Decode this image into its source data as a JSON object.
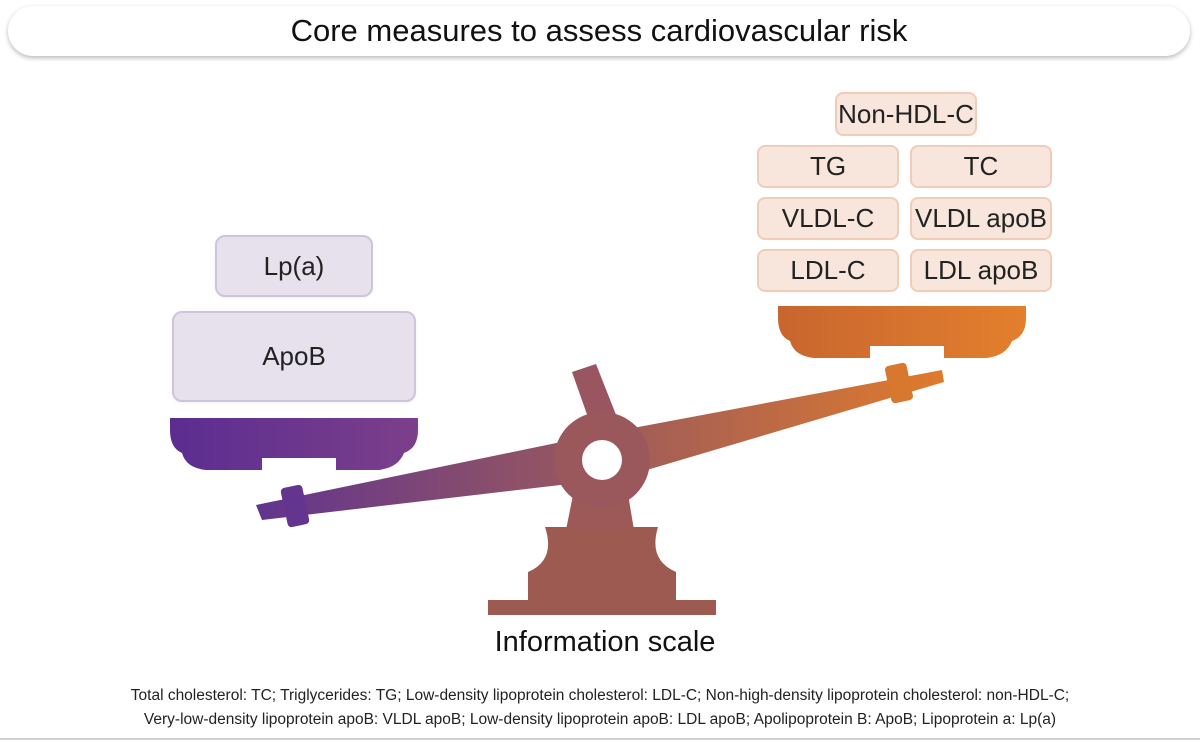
{
  "title": "Core measures to assess cardiovascular risk",
  "left_pan": {
    "items": [
      "Lp(a)",
      "ApoB"
    ]
  },
  "right_pan": {
    "top_item": "Non-HDL-C",
    "grid": [
      [
        "TG",
        "TC"
      ],
      [
        "VLDL-C",
        "VLDL apoB"
      ],
      [
        "LDL-C",
        "LDL apoB"
      ]
    ]
  },
  "scale_label": "Information scale",
  "footnote": {
    "line1": "Total cholesterol: TC; Triglycerides: TG; Low-density lipoprotein cholesterol: LDL-C; Non-high-density lipoprotein cholesterol: non-HDL-C;",
    "line2": "Very-low-density lipoprotein apoB: VLDL apoB; Low-density lipoprotein apoB: LDL apoB; Apolipoprotein B: ApoB; Lipoprotein a: Lp(a)"
  },
  "colors": {
    "left_pan": "#5b2d91",
    "right_pan": "#e0792a",
    "purple_box_fill": "#e7e1ee",
    "orange_box_fill": "#f8e6dc"
  }
}
